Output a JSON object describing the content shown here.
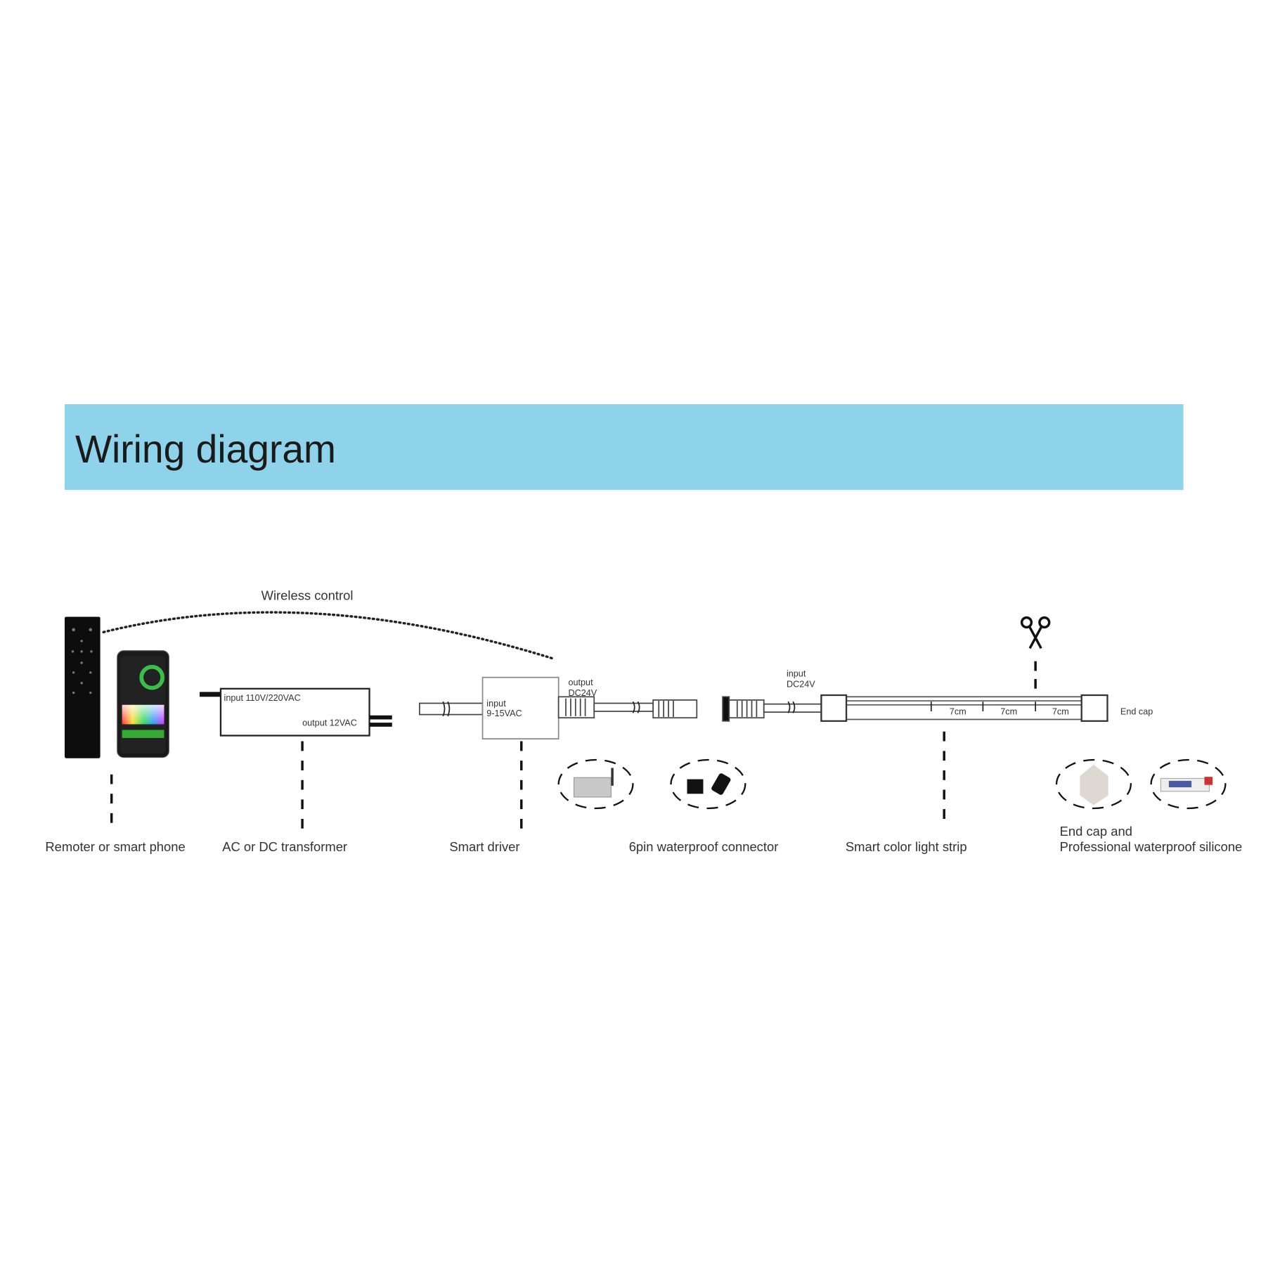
{
  "banner": {
    "title": "Wiring diagram",
    "color": "#8fd3ea"
  },
  "wireless_label": "Wireless control",
  "transformer": {
    "input": "input 110V/220VAC",
    "output": "output 12VAC"
  },
  "driver": {
    "input_1": "input",
    "input_2": "9-15VAC",
    "output_1": "output",
    "output_2": "DC24V"
  },
  "strip": {
    "input_1": "input",
    "input_2": "DC24V",
    "segments": [
      "7cm",
      "7cm",
      "7cm"
    ],
    "end_cap": "End cap"
  },
  "labels": {
    "remote": "Remoter or smart phone",
    "transformer": "AC or DC transformer",
    "driver": "Smart driver",
    "connector": "6pin waterproof connector",
    "strip": "Smart color light strip",
    "endcap_1": "End cap and",
    "endcap_2": "Professional waterproof silicone"
  }
}
